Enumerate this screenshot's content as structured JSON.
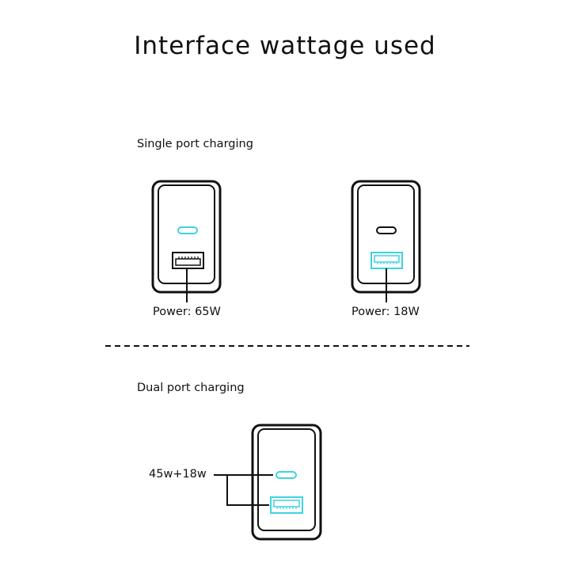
{
  "title": "Interface wattage used",
  "single": {
    "label": "Single port charging",
    "charger_a": {
      "power": "Power: 65W"
    },
    "charger_b": {
      "power": "Power: 18W"
    }
  },
  "dual": {
    "label": "Dual port charging",
    "power": "45w+18w"
  },
  "colors": {
    "stroke": "#111111",
    "port_highlight": "#3ed4e0"
  }
}
